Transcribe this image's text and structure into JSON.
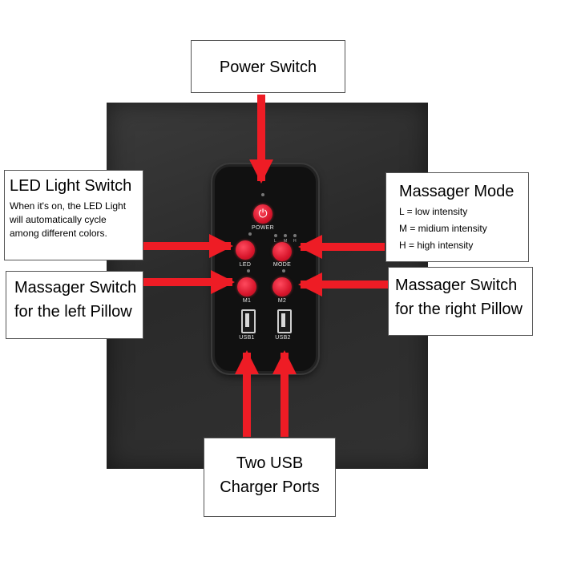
{
  "device": {
    "power_label": "POWER",
    "led_label": "LED",
    "mode_label": "MODE",
    "mode_indicators": [
      "L",
      "M",
      "H"
    ],
    "m1_label": "M1",
    "m2_label": "M2",
    "usb1_label": "USB1",
    "usb2_label": "USB2"
  },
  "callouts": {
    "power": {
      "title": "Power Switch"
    },
    "led": {
      "title": "LED Light Switch",
      "desc": [
        "When it's on, the LED Light",
        "will automatically cycle",
        "among different colors."
      ]
    },
    "mode": {
      "title": "Massager Mode",
      "lines": [
        "L = low intensity",
        "M = midium intensity",
        "H = high intensity"
      ]
    },
    "left_switch": {
      "lines": [
        "Massager Switch",
        "for the left Pillow"
      ]
    },
    "right_switch": {
      "lines": [
        "Massager Switch",
        "for the right Pillow"
      ]
    },
    "usb": {
      "lines": [
        "Two USB",
        "Charger Ports"
      ]
    }
  },
  "colors": {
    "arrow": "#ee1c25",
    "button": "#e0182e",
    "panel": "#2f2f2f"
  }
}
